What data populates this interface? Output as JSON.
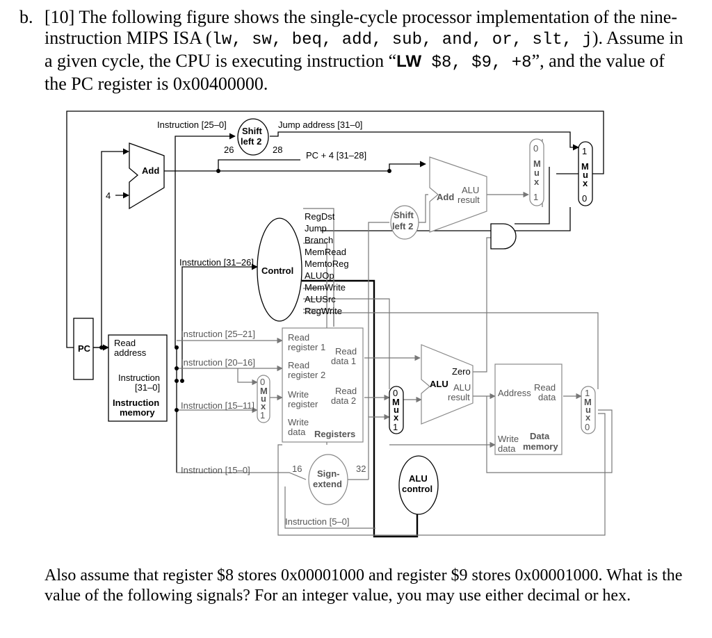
{
  "question": {
    "label": "b.",
    "intro": "[10] The following figure shows the single-cycle processor implementation of the nine-instruction MIPS ISA (",
    "isa_list": "lw, sw, beq, add, sub, and, or, slt, j",
    "mid": "). Assume in a given cycle, the CPU is executing instruction “",
    "instr_op": "LW",
    "instr_args": " $8, $9, +8",
    "end": "”, and the value of the PC register is 0x00400000.",
    "bottom": "Also assume that register $8 stores 0x00001000 and register $9 stores 0x00001000. What is the value of the following signals? For an integer value, you may use either decimal or hex."
  },
  "figure": {
    "pc": "PC",
    "four": "4",
    "add": "Add",
    "instr_25_0": "Instruction [25–0]",
    "shift_left2_a": "Shift",
    "shift_left2_b": "left 2",
    "n26": "26",
    "n28": "28",
    "jump_address": "Jump address [31–0]",
    "pc4": "PC + 4 [31–28]",
    "alu_add": "Add",
    "alu_result_a": "ALU",
    "alu_result_b": "result",
    "shift2_a": "Shift",
    "shift2_b": "left 2",
    "control": "Control",
    "instr_31_26": "Instruction [31–26]",
    "control_signals": [
      "RegDst",
      "Jump",
      "Branch",
      "MemRead",
      "MemtoReg",
      "ALUOp",
      "MemWrite",
      "ALUSrc",
      "RegWrite"
    ],
    "read_address_a": "Read",
    "read_address_b": "address",
    "instruction_a": "Instruction",
    "instruction_b": "[31–0]",
    "imem_a": "Instruction",
    "imem_b": "memory",
    "instr_25_21": "Instruction [25–21]",
    "instr_20_16": "Instruction [20–16]",
    "instr_15_11": "Instruction [15–11]",
    "instr_15_0": "Instruction [15–0]",
    "instr_5_0": "Instruction [5–0]",
    "read_reg1_a": "Read",
    "read_reg1_b": "register 1",
    "read_reg2_a": "Read",
    "read_reg2_b": "register 2",
    "write_reg_a": "Write",
    "write_reg_b": "register",
    "write_data_a": "Write",
    "write_data_b": "data",
    "registers": "Registers",
    "read_data1_a": "Read",
    "read_data1_b": "data 1",
    "read_data2_a": "Read",
    "read_data2_b": "data 2",
    "n16": "16",
    "n32": "32",
    "sign_a": "Sign-",
    "sign_b": "extend",
    "alu_main": "ALU",
    "zero": "Zero",
    "alu_res_a": "ALU",
    "alu_res_b": "result",
    "alu_control_a": "ALU",
    "alu_control_b": "control",
    "address": "Address",
    "dmem_read_a": "Read",
    "dmem_read_b": "data",
    "dmem_write_a": "Write",
    "dmem_write_b": "data",
    "dmem_a": "Data",
    "dmem_b": "memory",
    "mux_letters": [
      "M",
      "u",
      "x"
    ],
    "mux_0": "0",
    "mux_1": "1"
  }
}
